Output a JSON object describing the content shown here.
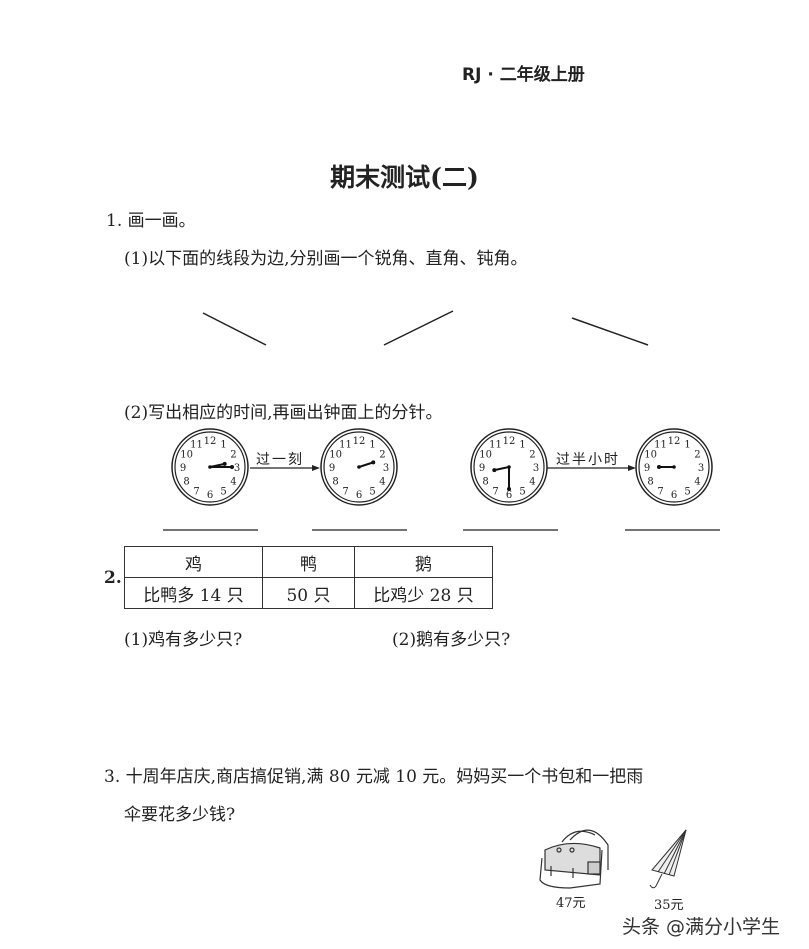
{
  "header": {
    "grade": "RJ · 二年级上册"
  },
  "title": "期末测试(二)",
  "q1": {
    "label": "1. 画一画。",
    "part1": "(1)以下面的线段为边,分别画一个锐角、直角、钝角。",
    "part2": "(2)写出相应的时间,再画出钟面上的分针。",
    "arrow1": "过一刻",
    "arrow2": "过半小时",
    "clocks": [
      {
        "hour_hand": 2.6,
        "minute_hand": 15
      },
      {
        "hour_hand": 2.4,
        "minute_hand": null
      },
      {
        "hour_hand": 8.6,
        "minute_hand": 30
      },
      {
        "hour_hand": 9,
        "minute_hand": null
      }
    ]
  },
  "q2": {
    "label": "2.",
    "headers": [
      "鸡",
      "鸭",
      "鹅"
    ],
    "values": [
      "比鸭多 14 只",
      "50 只",
      "比鸡少 28 只"
    ],
    "sub1": "(1)鸡有多少只?",
    "sub2": "(2)鹅有多少只?"
  },
  "q3": {
    "line1": "3. 十周年店庆,商店搞促销,满 80 元减 10 元。妈妈买一个书包和一把雨",
    "line2": "伞要花多少钱?",
    "bag_price": "47元",
    "umbrella_price": "35元"
  },
  "watermark": "头条 @满分小学生"
}
